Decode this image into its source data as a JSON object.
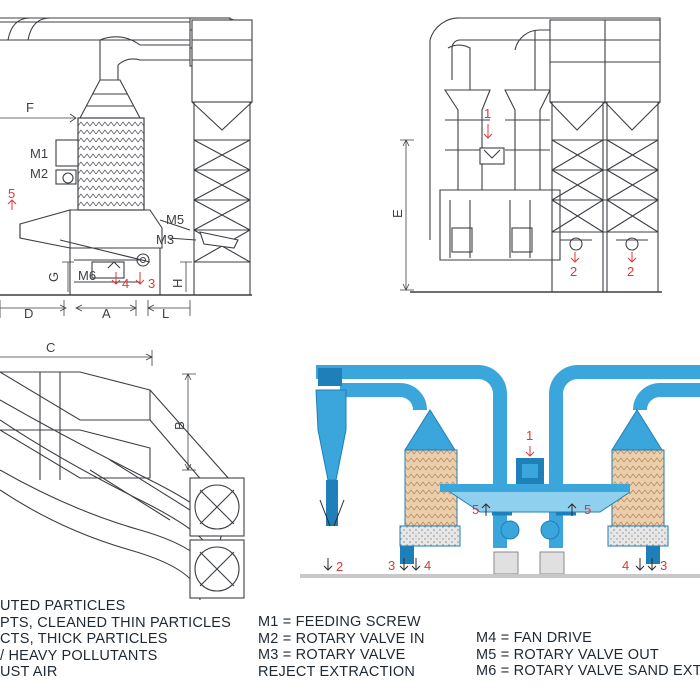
{
  "colors": {
    "line": "#3c3f44",
    "blue": "#3aa6dc",
    "blue_dark": "#1f7fb8",
    "blue_light": "#8fd0ef",
    "media": "#e8c9a4",
    "red": "#d93a3a",
    "text": "#1f2933",
    "ground": "#c8c8c8"
  },
  "side_view": {
    "dims": {
      "f": "F",
      "d": "D",
      "a": "A",
      "l": "L",
      "g": "G",
      "h": "H",
      "e": "E",
      "c": "C",
      "b": "B"
    },
    "motors": {
      "m1": "M1",
      "m2": "M2",
      "m3": "M3",
      "m5": "M5",
      "m6": "M6"
    },
    "flows": {
      "out5": "5",
      "out4": "4",
      "out3": "3"
    }
  },
  "front_view": {
    "flows": {
      "in1": "1",
      "out2a": "2",
      "out2b": "2"
    }
  },
  "color_view": {
    "flows": {
      "in1": "1",
      "left5": "5",
      "right5": "5",
      "l2": "2",
      "l3": "3",
      "l4": "4",
      "r4": "4",
      "r3": "3"
    }
  },
  "legend": {
    "left": [
      "UTED PARTICLES",
      "PTS, CLEANED THIN PARTICLES",
      "CTS, THICK PARTICLES",
      "/ HEAVY POLLUTANTS",
      "UST AIR"
    ],
    "middle": [
      "M1 = FEEDING SCREW",
      "M2 = ROTARY VALVE IN",
      "M3 = ROTARY VALVE",
      "REJECT EXTRACTION"
    ],
    "right": [
      "M4 = FAN DRIVE",
      "M5 = ROTARY VALVE OUT",
      "M6 = ROTARY VALVE SAND EXTR"
    ]
  }
}
